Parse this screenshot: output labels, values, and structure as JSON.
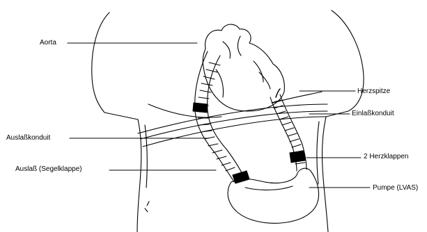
{
  "labels": {
    "aorta": "Aorta",
    "auslasskonduit": "Auslaßkonduit",
    "auslass": "Auslaß (Segelklappe)",
    "herzspitze": "Herzspitze",
    "einlasskonduit": "Einlaßkonduit",
    "herzklappen": "2 Herzklappen",
    "pumpe": "Pumpe (LVAS)"
  },
  "colors": {
    "line": "#000000",
    "background": "#ffffff"
  }
}
